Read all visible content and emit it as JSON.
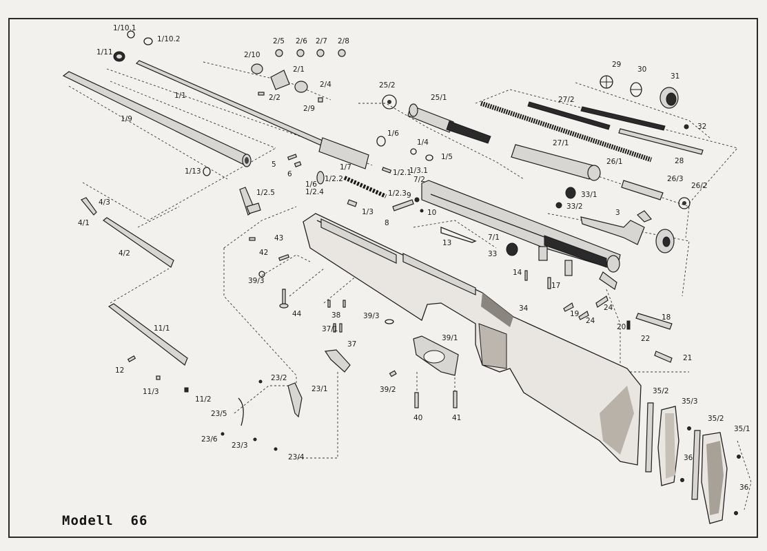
{
  "title": "Modell  66",
  "labels": {
    "p1_10_1": "1/10.1",
    "p1_10_2": "1/10.2",
    "p1_11": "1/11",
    "p1_1": "1/1",
    "p1_9": "1/9",
    "p1_13": "1/13",
    "p1_6": "1/6",
    "p1_7": "1/7",
    "p1_6b": "1/6",
    "p1_2_2": "1/2.2",
    "p1_2_1": "1/2.1",
    "p1_3_1": "1/3.1",
    "p1_4": "1/4",
    "p1_5": "1/5",
    "p1_2_4": "1/2.4",
    "p1_2_3": "1/2.3",
    "p1_3": "1/3",
    "p1_2_5": "1/2.5",
    "p2_5": "2/5",
    "p2_6": "2/6",
    "p2_7": "2/7",
    "p2_8": "2/8",
    "p2_10": "2/10",
    "p2_1": "2/1",
    "p2_4": "2/4",
    "p2_2": "2/2",
    "p2_9": "2/9",
    "p25_2": "25/2",
    "p25_1": "25/1",
    "p27_2": "27/2",
    "p27_1": "27/1",
    "p29": "29",
    "p30": "30",
    "p31": "31",
    "p32": "32",
    "p28": "28",
    "p26_1": "26/1",
    "p26_3": "26/3",
    "p26_2": "26/2",
    "p33_1": "33/1",
    "p33_2": "33/2",
    "p3": "3",
    "p33": "33",
    "p7_1": "7/1",
    "p7_2": "7/2",
    "p9": "9",
    "p10": "10",
    "p8": "8",
    "p5": "5",
    "p6": "6",
    "p4_3": "4/3",
    "p4_1": "4/1",
    "p4_2": "4/2",
    "p13": "13",
    "p14": "14",
    "p17": "17",
    "p19": "19",
    "p24a": "24",
    "p24b": "24",
    "p34": "34",
    "p18": "18",
    "p20": "20",
    "p22": "22",
    "p21": "21",
    "p43": "43",
    "p42": "42",
    "p39_3a": "39/3",
    "p44": "44",
    "p38": "38",
    "p39_3b": "39/3",
    "p39_1": "39/1",
    "p37_1": "37/1",
    "p37": "37",
    "p11_1": "11/1",
    "p12": "12",
    "p11_3": "11/3",
    "p11_2": "11/2",
    "p23_2": "23/2",
    "p23_1": "23/1",
    "p23_5": "23/5",
    "p23_6": "23/6",
    "p23_3": "23/3",
    "p23_4": "23/4",
    "p39_2": "39/2",
    "p40": "40",
    "p41": "41",
    "p35_2a": "35/2",
    "p35_3": "35/3",
    "p35_2b": "35/2",
    "p35_1": "35/1",
    "p36a": "36",
    "p36b": "36"
  }
}
